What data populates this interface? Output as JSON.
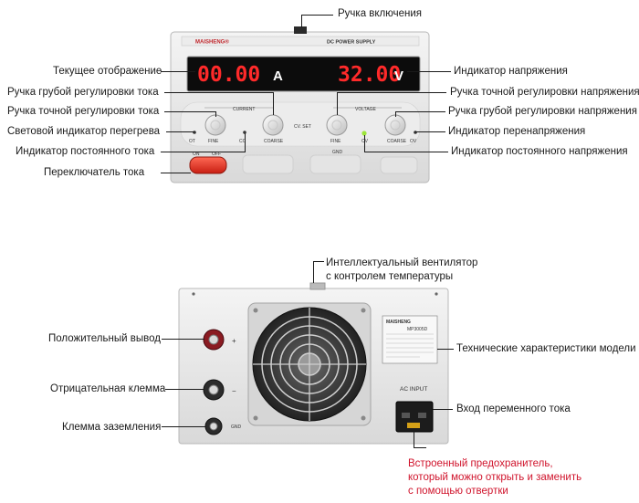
{
  "front": {
    "brand": "MAISHENG®",
    "model_title": "DC POWER SUPPLY",
    "current_display": "00.00",
    "current_unit": "A",
    "voltage_display": "32.00",
    "voltage_unit": "V",
    "panel_current": "CURRENT",
    "panel_voltage": "VOLTAGE",
    "mark_fine": "FINE",
    "mark_coarse": "COARSE",
    "mark_cc": "CC",
    "mark_cv": "CV",
    "mark_ovp": "OV",
    "mark_ot": "OT",
    "mark_gnd": "GND",
    "mark_on": "ON",
    "mark_off": "OFF",
    "mark_ch_set": "CV. SET"
  },
  "back": {
    "ac_input": "AC INPUT",
    "plus": "+",
    "minus": "−",
    "gnd": "GND",
    "spec_brand": "MAISHENG",
    "spec_model": "MP3005D"
  },
  "labels": {
    "power_knob": "Ручка включения",
    "current_display": "Текущее отображение",
    "voltage_indicator": "Индикатор напряжения",
    "coarse_current_knob": "Ручка грубой регулировки тока",
    "fine_voltage_knob": "Ручка точной регулировки напряжения",
    "fine_current_knob": "Ручка точной регулировки тока",
    "coarse_voltage_knob": "Ручка грубой регулировки напряжения",
    "overheat_led": "Световой индикатор перегрева",
    "overvoltage_indicator": "Индикатор перенапряжения",
    "cc_indicator": "Индикатор постоянного тока",
    "cv_indicator": "Индикатор постоянного напряжения",
    "current_switch": "Переключатель тока",
    "fan_line1": "Интеллектуальный вентилятор",
    "fan_line2": "с контролем температуры",
    "positive_output": "Положительный вывод",
    "specs": "Технические характеристики модели",
    "negative_terminal": "Отрицательная клемма",
    "ac_input": "Вход переменного тока",
    "ground_terminal": "Клемма заземления",
    "fuse_line1": "Встроенный предохранитель,",
    "fuse_line2": "который можно открыть и заменить",
    "fuse_line3": "с помощью отвертки"
  },
  "colors": {
    "label_text": "#1a1a1a",
    "fuse_note": "#d0142c",
    "display_digits": "#ff2a2a",
    "switch_red": "#e23322",
    "panel": "#e8e8e8"
  }
}
